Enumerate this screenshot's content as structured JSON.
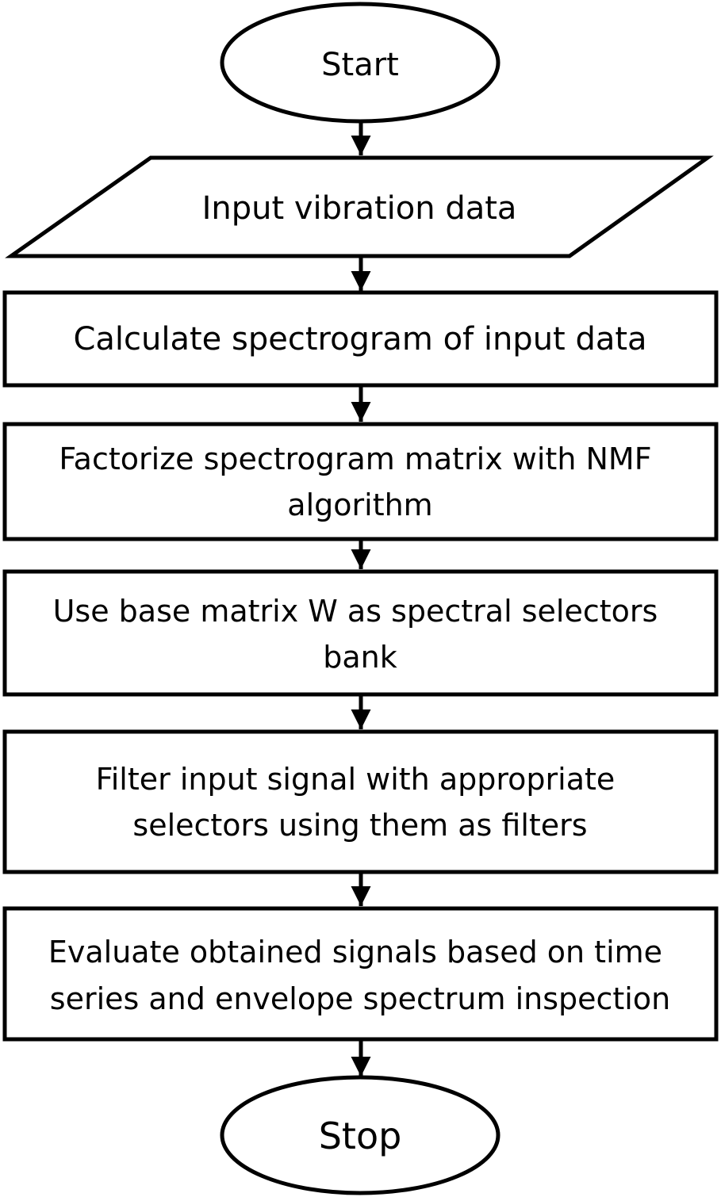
{
  "diagram": {
    "type": "flowchart",
    "colors": {
      "stroke": "#000000",
      "fill": "#ffffff",
      "text": "#000000"
    },
    "nodes": {
      "start": {
        "shape": "ellipse",
        "lines": [
          "Start"
        ]
      },
      "input": {
        "shape": "parallelogram",
        "lines": [
          "Input vibration data"
        ]
      },
      "spectrogram": {
        "shape": "rectangle",
        "lines": [
          "Calculate spectrogram of input data"
        ]
      },
      "nmf": {
        "shape": "rectangle",
        "lines": [
          "Factorize spectrogram matrix with NMF",
          "algorithm"
        ]
      },
      "base": {
        "shape": "rectangle",
        "lines": [
          "Use base matrix W as spectral selectors",
          "bank"
        ]
      },
      "filter": {
        "shape": "rectangle",
        "lines": [
          "Filter input signal with appropriate",
          "selectors using them as filters"
        ]
      },
      "evaluate": {
        "shape": "rectangle",
        "lines": [
          "Evaluate obtained signals based on time",
          "series and envelope spectrum inspection"
        ]
      },
      "stop": {
        "shape": "ellipse",
        "lines": [
          "Stop"
        ]
      }
    },
    "edges": [
      {
        "from": "start",
        "to": "input"
      },
      {
        "from": "input",
        "to": "spectrogram"
      },
      {
        "from": "spectrogram",
        "to": "nmf"
      },
      {
        "from": "nmf",
        "to": "base"
      },
      {
        "from": "base",
        "to": "filter"
      },
      {
        "from": "filter",
        "to": "evaluate"
      },
      {
        "from": "evaluate",
        "to": "stop"
      }
    ]
  }
}
